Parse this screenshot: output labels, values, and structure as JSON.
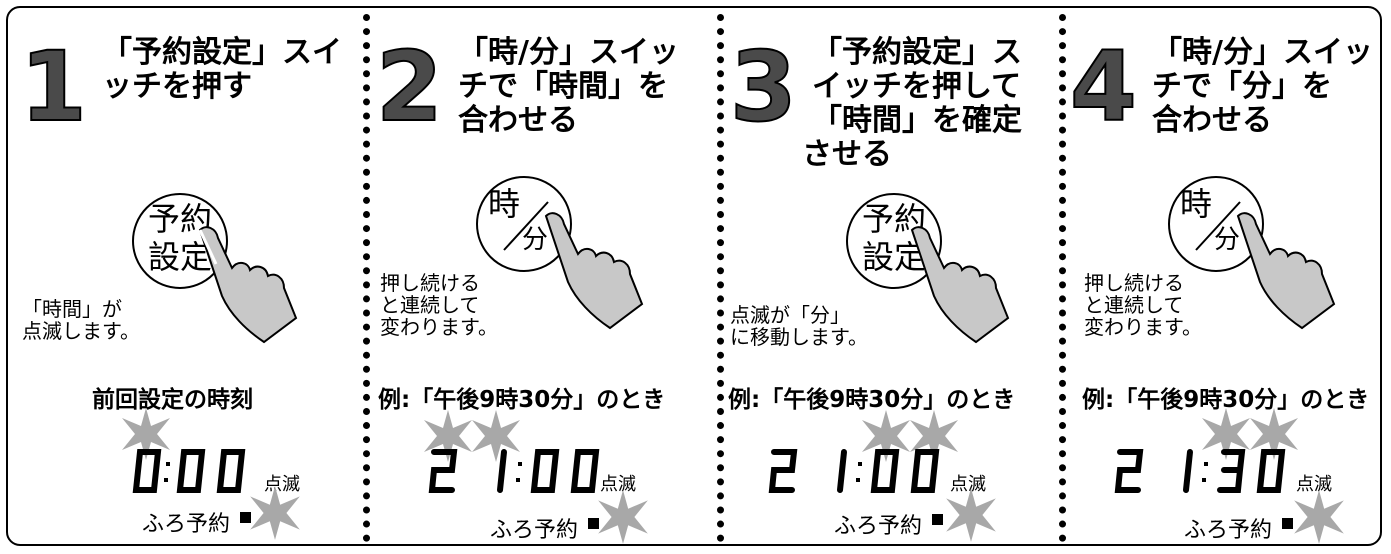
{
  "steps": [
    {
      "number": "1",
      "title_lines": [
        "「予約設定」スイ",
        "ッチを押す"
      ],
      "button_lines": [
        "予約",
        "設定"
      ],
      "note_lines": [
        "「時間」が",
        "点滅します。"
      ],
      "caption": "前回設定の時刻",
      "display": {
        "hour": "0",
        "minute": "00"
      },
      "blink_label": "点滅",
      "indicator_label": "ふろ予約"
    },
    {
      "number": "2",
      "title_lines": [
        "「時/分」スイッ",
        "チで「時間」を",
        "合わせる"
      ],
      "button_lines": [
        "時",
        "分"
      ],
      "note_lines": [
        "押し続ける",
        "と連続して",
        "変わります。"
      ],
      "caption": "例:「午後9時30分」のとき",
      "display": {
        "hour": "21",
        "minute": "00"
      },
      "blink_label": "点滅",
      "indicator_label": "ふろ予約"
    },
    {
      "number": "3",
      "title_lines": [
        "「予約設定」ス",
        "イッチを押して",
        "「時間」を確定",
        "させる"
      ],
      "button_lines": [
        "予約",
        "設定"
      ],
      "note_lines": [
        "点滅が「分」",
        "に移動します。"
      ],
      "caption": "例:「午後9時30分」のとき",
      "display": {
        "hour": "21",
        "minute": "00"
      },
      "blink_label": "点滅",
      "indicator_label": "ふろ予約"
    },
    {
      "number": "4",
      "title_lines": [
        "「時/分」スイッ",
        "チで「分」を",
        "合わせる"
      ],
      "button_lines": [
        "時",
        "分"
      ],
      "note_lines": [
        "押し続ける",
        "と連続して",
        "変わります。"
      ],
      "caption": "例:「午後9時30分」のとき",
      "display": {
        "hour": "21",
        "minute": "30"
      },
      "blink_label": "点滅",
      "indicator_label": "ふろ予約"
    }
  ],
  "colors": {
    "star": "#a8a8a8",
    "hand": "#c8c8c8",
    "number_fill": "#4a4a4a"
  }
}
